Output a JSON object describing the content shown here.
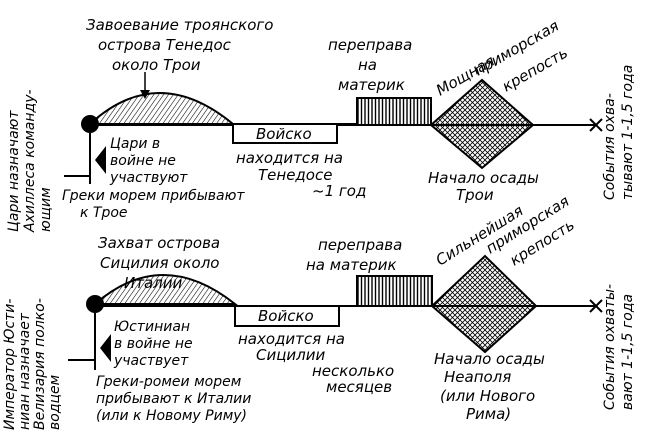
{
  "diagram1": {
    "left_vertical": [
      "Цари назначают",
      "Ахиллеса команду-",
      "ющим"
    ],
    "top_annotation": [
      "Завоевание троянского",
      "острова Тенедос",
      "около Трои"
    ],
    "kings_note": [
      "Цари в",
      "войне не",
      "участвуют"
    ],
    "sea_note": [
      "Греки морем прибывают",
      "к Трое"
    ],
    "army_box": "Войско",
    "army_location": [
      "находится на",
      "Тенедосе",
      "~1 год"
    ],
    "crossing": [
      "переправа",
      "на",
      "материк"
    ],
    "fortress": [
      "Мощная",
      "приморская",
      "крепость"
    ],
    "siege": [
      "Начало осады",
      "Трои"
    ],
    "right_vertical": [
      "События охва-",
      "тывают 1-1,5 года"
    ]
  },
  "diagram2": {
    "left_vertical": [
      "Император Юсти-",
      "ниан назначает",
      "Велизария полко-",
      "водцем"
    ],
    "top_annotation": [
      "Захват острова",
      "Сицилия около",
      "Италии"
    ],
    "kings_note": [
      "Юстиниан",
      "в войне не",
      "участвует"
    ],
    "sea_note": [
      "Греки-ромеи морем",
      "прибывают к Италии",
      "(или к Новому Риму)"
    ],
    "army_box": "Войско",
    "army_location": [
      "находится на",
      "Сицилии",
      "несколько",
      "месяцев"
    ],
    "crossing": [
      "переправа",
      "на материк"
    ],
    "fortress": [
      "Сильнейшая",
      "приморская",
      "крепость"
    ],
    "siege": [
      "Начало осады",
      "Неаполя",
      "(или Нового",
      "Рима)"
    ],
    "right_vertical": [
      "События охваты-",
      "вают 1-1,5 года"
    ]
  }
}
